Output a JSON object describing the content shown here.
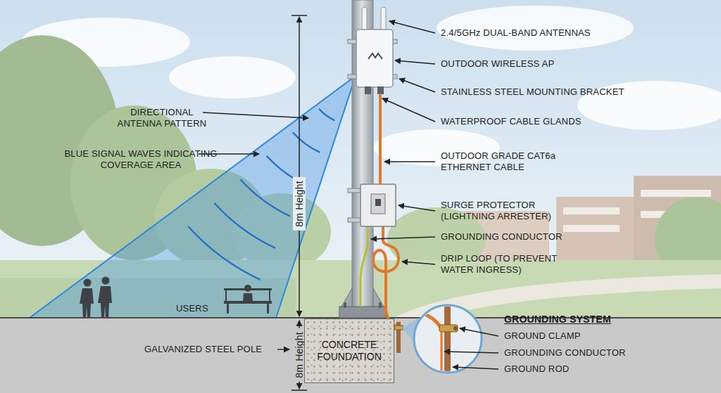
{
  "diagram": {
    "nodes": [
      {
        "text": [
          "CONCRETE FOUNDATION"
        ]
      }
    ],
    "labels": [
      "2.4/5GHz DUAL-BAND ANTENNAS",
      "OUTDOOR WIRELESS AP",
      "STAINLESS STEEL MOUNTING BRACKET",
      "WATERPROOF CABLE GLANDS",
      "OUTDOOR GRADE CAT6a ETHERNET CABLE",
      "SURGE PROTECTOR (LIGHTNING ARRESTER)",
      "GROUNDING CONDUCTOR",
      "DRIP LOOP (TO PREVENT WATER INGRESS)",
      "DIRECTIONAL ANTENNA PATTERN",
      "BLUE SIGNAL WAVES INDICATING COVERAGE AREA",
      "8m Height",
      "USERS",
      "GALVANIZED STEEL POLE",
      "8m Height",
      "GROUNDING SYSTEM",
      "GROUND CLAMP",
      "GROUNDING CONDUCTOR",
      "GROUND ROD"
    ]
  }
}
